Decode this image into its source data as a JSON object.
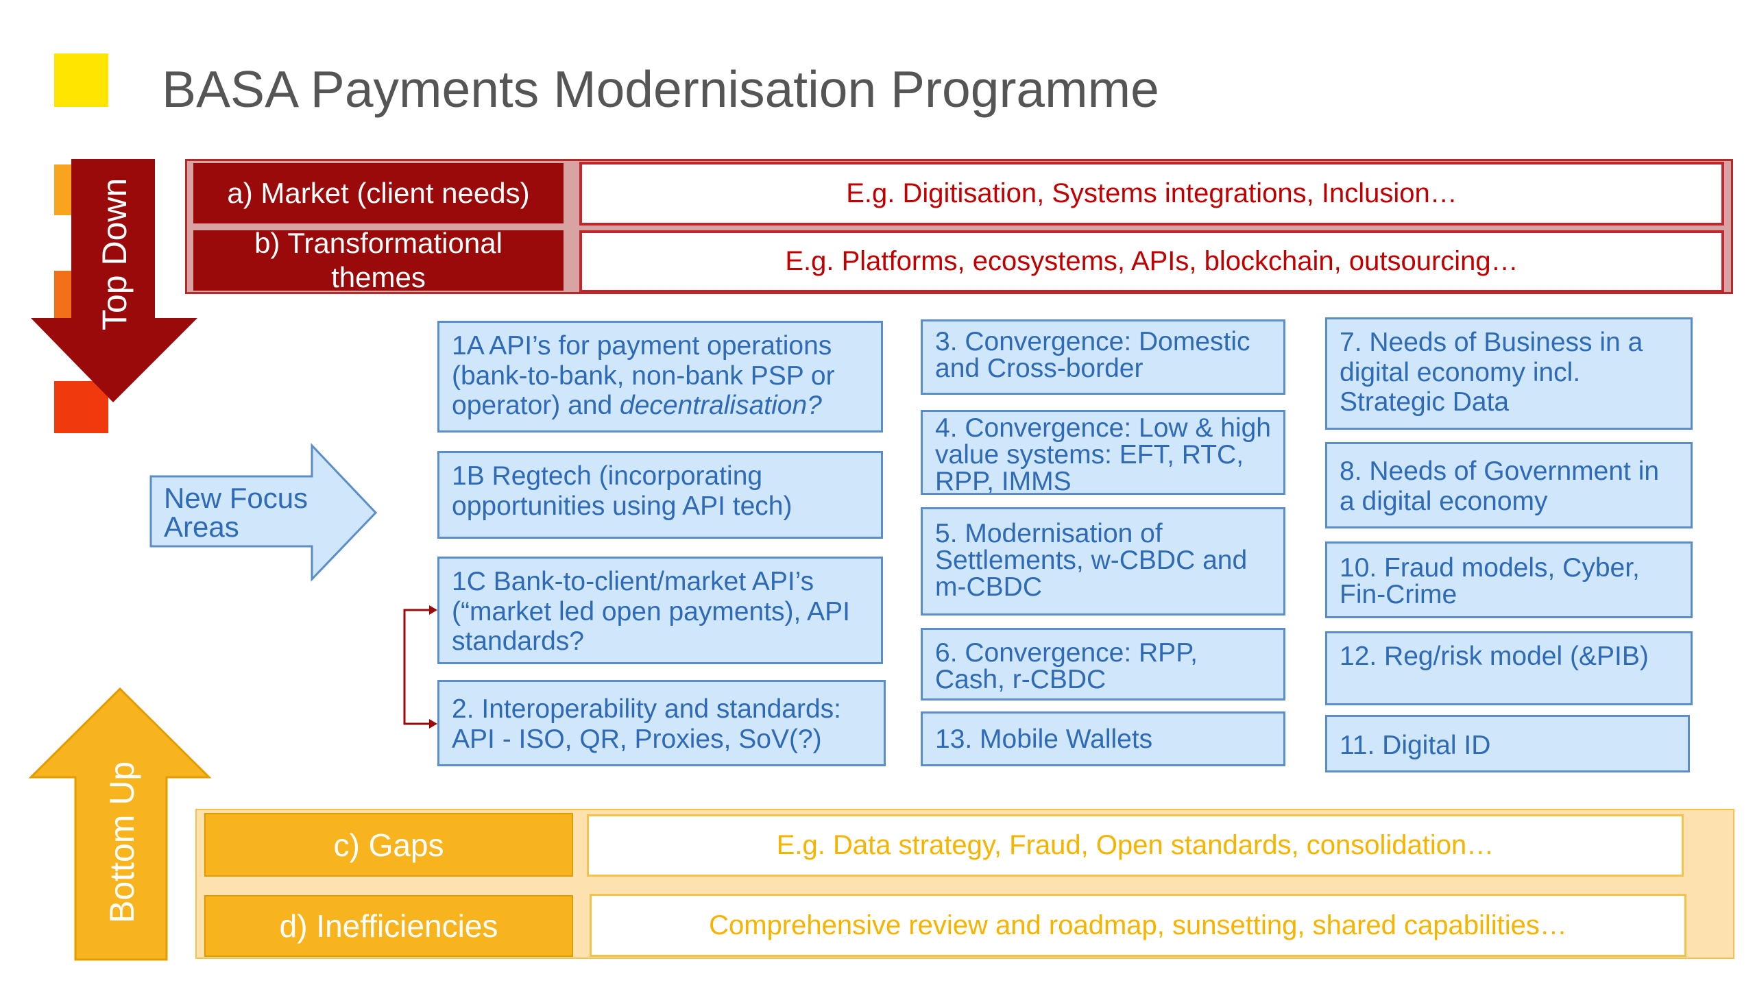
{
  "title": "BASA Payments Modernisation Programme",
  "colors": {
    "title_square": "#FFE500",
    "dark_red": "#9A0A0A",
    "red_text": "#C00000",
    "gold": "#F8B41E",
    "gold_text": "#F4B400",
    "blue_fill": "#CFE6FB",
    "blue_border": "#5B8DC9",
    "blue_text": "#2E6AB5"
  },
  "top_arrow": {
    "label": "Top Down"
  },
  "bottom_arrow": {
    "label": "Bottom Up"
  },
  "new_focus_arrow": {
    "line1": "New Focus",
    "line2": "Areas"
  },
  "top_rows": [
    {
      "label": "a) Market (client needs)",
      "example": "E.g. Digitisation, Systems integrations, Inclusion…"
    },
    {
      "label": "b) Transformational themes",
      "example": "E.g. Platforms, ecosystems, APIs, blockchain, outsourcing…"
    }
  ],
  "bottom_rows": [
    {
      "label": "c) Gaps",
      "example": "E.g. Data strategy, Fraud, Open standards, consolidation…"
    },
    {
      "label": "d) Inefficiencies",
      "example": "Comprehensive review and roadmap, sunsetting, shared capabilities…"
    }
  ],
  "focus_areas": {
    "col1": [
      {
        "pre": "1A  API’s for payment operations (bank-to-bank, non-bank PSP or operator) and ",
        "em": "decentralisation?"
      },
      {
        "text": "1B Regtech (incorporating opportunities using API tech)"
      },
      {
        "text": "1C  Bank-to-client/market API’s (“market led open payments), API standards?"
      },
      {
        "text": "2. Interoperability and standards: API - ISO, QR, Proxies, SoV(?)"
      }
    ],
    "col2": [
      {
        "text": "3. Convergence:  Domestic and Cross-border"
      },
      {
        "text": "4. Convergence:  Low & high value systems:  EFT, RTC, RPP, IMMS"
      },
      {
        "text": "5. Modernisation of Settlements, w-CBDC and m-CBDC"
      },
      {
        "text": "6. Convergence: RPP, Cash, r-CBDC"
      },
      {
        "text": "13. Mobile Wallets"
      }
    ],
    "col3": [
      {
        "text": "7. Needs of Business in a digital economy incl. Strategic Data"
      },
      {
        "text": "8. Needs of Government in a digital economy"
      },
      {
        "text": "10. Fraud models, Cyber, Fin-Crime"
      },
      {
        "text": "12. Reg/risk model (&PIB)"
      },
      {
        "text": "11. Digital ID"
      }
    ]
  }
}
